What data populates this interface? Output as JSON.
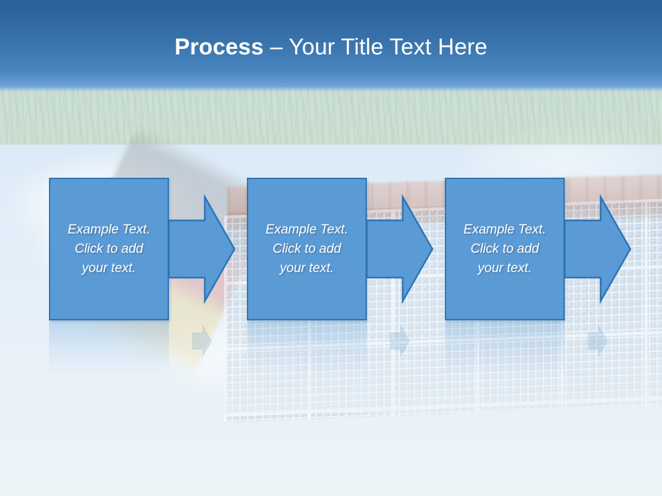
{
  "slide": {
    "title": {
      "strong": "Process",
      "rest": " – Your Title Text Here"
    },
    "accent_color": "#5b9bd5",
    "accent_border_color": "#2e75b6",
    "title_band_color_top": "#2b6099",
    "title_band_color_bottom": "#6ea2d6",
    "title_text_color": "#ffffff"
  },
  "process": {
    "steps": [
      {
        "text": "Example Text.\nClick  to add\nyour text."
      },
      {
        "text": "Example Text.\nClick  to add\nyour text."
      },
      {
        "text": "Example Text.\nClick  to add\nyour text."
      }
    ]
  },
  "background": {
    "description": "solar-panels-on-roof-with-german-flag-photo"
  }
}
